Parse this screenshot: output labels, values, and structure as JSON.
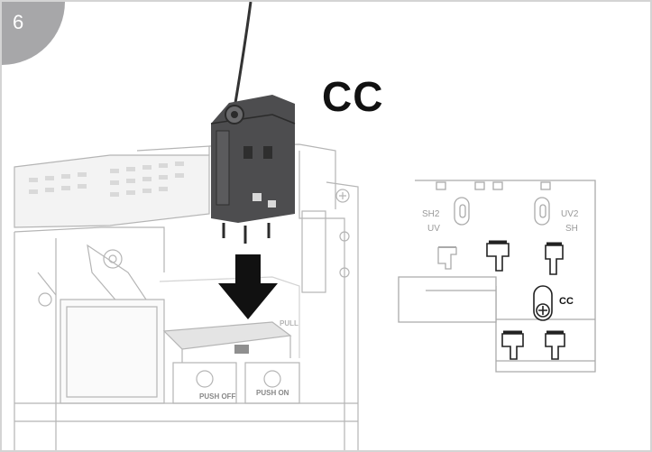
{
  "step": {
    "number": "6"
  },
  "title": "CC",
  "main_labels": {
    "push_off": "PUSH OFF",
    "push_on": "PUSH ON",
    "pull": "PULL"
  },
  "detail": {
    "left_top": "SH2",
    "left_bottom": "UV",
    "right_top": "UV2",
    "right_bottom": "SH",
    "slot": "CC"
  },
  "colors": {
    "step_tab": "#a7a7a9",
    "module": "#4d4d4f",
    "arrow": "#111111",
    "line_light": "#b5b5b5"
  }
}
